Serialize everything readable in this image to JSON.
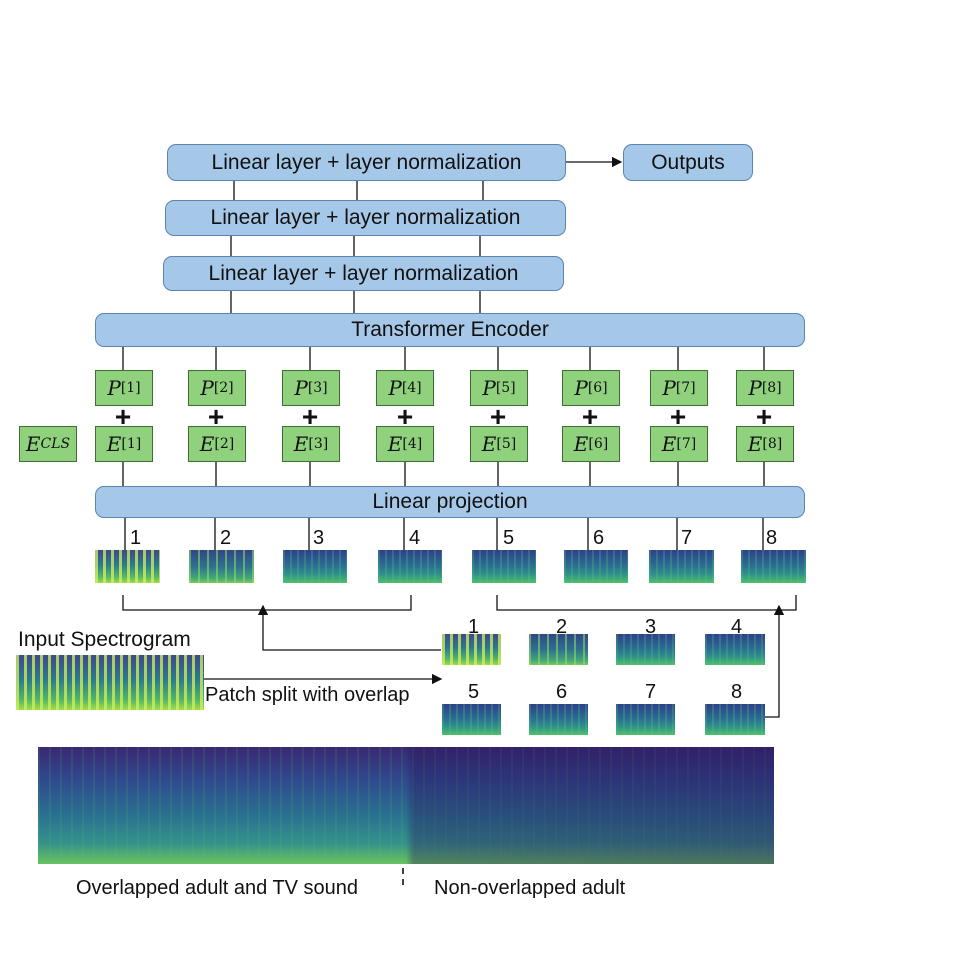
{
  "encoder_stack": {
    "layers": [
      {
        "label": "Linear layer + layer normalization"
      },
      {
        "label": "Linear layer + layer normalization"
      },
      {
        "label": "Linear layer + layer normalization"
      }
    ],
    "outputs_label": "Outputs",
    "transformer_label": "Transformer Encoder"
  },
  "tokens": [
    {
      "p_base": "P",
      "p_sub": "[1]",
      "e_base": "E",
      "e_sub": "[1]"
    },
    {
      "p_base": "P",
      "p_sub": "[2]",
      "e_base": "E",
      "e_sub": "[2]"
    },
    {
      "p_base": "P",
      "p_sub": "[3]",
      "e_base": "E",
      "e_sub": "[3]"
    },
    {
      "p_base": "P",
      "p_sub": "[4]",
      "e_base": "E",
      "e_sub": "[4]"
    },
    {
      "p_base": "P",
      "p_sub": "[5]",
      "e_base": "E",
      "e_sub": "[5]"
    },
    {
      "p_base": "P",
      "p_sub": "[6]",
      "e_base": "E",
      "e_sub": "[6]"
    },
    {
      "p_base": "P",
      "p_sub": "[7]",
      "e_base": "E",
      "e_sub": "[7]"
    },
    {
      "p_base": "P",
      "p_sub": "[8]",
      "e_base": "E",
      "e_sub": "[8]"
    }
  ],
  "plus_symbol": "+",
  "cls_token": {
    "base": "E",
    "sub": "CLS"
  },
  "projection_label": "Linear projection",
  "patch_numbers": [
    "1",
    "2",
    "3",
    "4",
    "5",
    "6",
    "7",
    "8"
  ],
  "input_label": "Input Spectrogram",
  "split_label": "Patch split with overlap",
  "bottom_labels": {
    "left": "Overlapped adult and TV sound",
    "right": "Non-overlapped adult"
  },
  "colors": {
    "layer_fill": "#a6c8e8",
    "layer_border": "#5b84b0",
    "token_fill": "#8fd17d",
    "token_border": "#3f6e34"
  }
}
